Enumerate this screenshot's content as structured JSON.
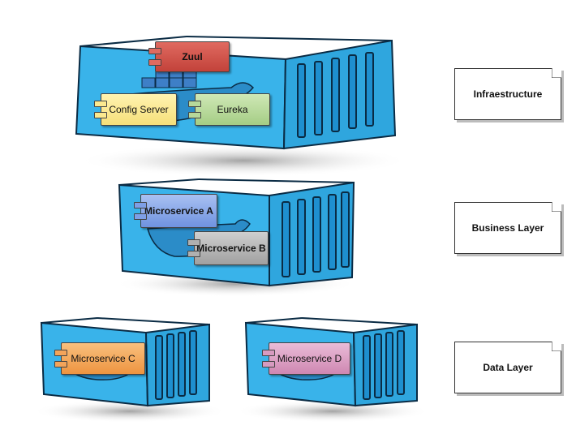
{
  "layers": {
    "infrastructure": "Infraestructure",
    "business": "Business Layer",
    "data": "Data Layer"
  },
  "components": {
    "zuul": "Zuul",
    "config_server": "Config Server",
    "eureka": "Eureka",
    "ms_a": "Microservice A",
    "ms_b": "Microservice B",
    "ms_c": "Microservice C",
    "ms_d": "Microservice D"
  },
  "colors": {
    "container": "#39b3ea",
    "container_dark": "#1e8fcf",
    "zuul": "#cc4c44",
    "config_server": "#fbe98f",
    "eureka": "#b6d89a",
    "ms_a": "#7e9fe6",
    "ms_b": "#b0b0b0",
    "ms_c": "#f3a45a",
    "ms_d": "#d79ac0"
  }
}
